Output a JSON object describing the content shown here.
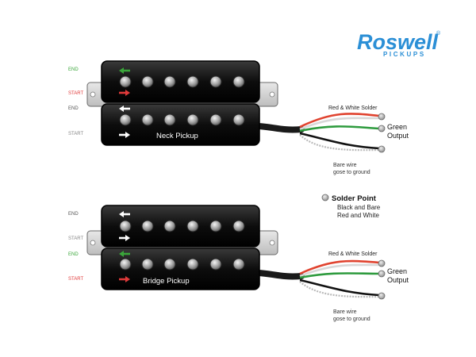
{
  "brand": {
    "name": "Roswell",
    "registered": "®",
    "subtitle": "PICKUPS",
    "color": "#2b8fd6"
  },
  "colors": {
    "end_green": "#3aa63a",
    "start_red": "#e03a3a",
    "end_gray": "#555555",
    "start_gray": "#888888",
    "red_wire": "#e0432f",
    "green_wire": "#2e9b3e",
    "white_wire": "#cfcfcf",
    "black_wire": "#111111",
    "bare_wire": "#b9b9b9"
  },
  "neck": {
    "name": "Neck Pickup",
    "labels": {
      "top_end": "END",
      "top_start": "START",
      "bottom_end": "END",
      "bottom_start": "START"
    },
    "wires": {
      "red_white_label": "Red & White Solder",
      "green_label": "Green",
      "output_label": "Output",
      "bare_label_1": "Bare wire",
      "bare_label_2": "gose to ground"
    }
  },
  "bridge": {
    "name": "Bridge Pickup",
    "labels": {
      "top_end": "END",
      "top_start": "START",
      "bottom_end": "END",
      "bottom_start": "START"
    },
    "wires": {
      "red_white_label": "Red & White Solder",
      "green_label": "Green",
      "output_label": "Output",
      "bare_label_1": "Bare wire",
      "bare_label_2": "gose to ground"
    }
  },
  "legend": {
    "title": "Solder Point",
    "line1": "Black and Bare",
    "line2": "Red and White"
  }
}
